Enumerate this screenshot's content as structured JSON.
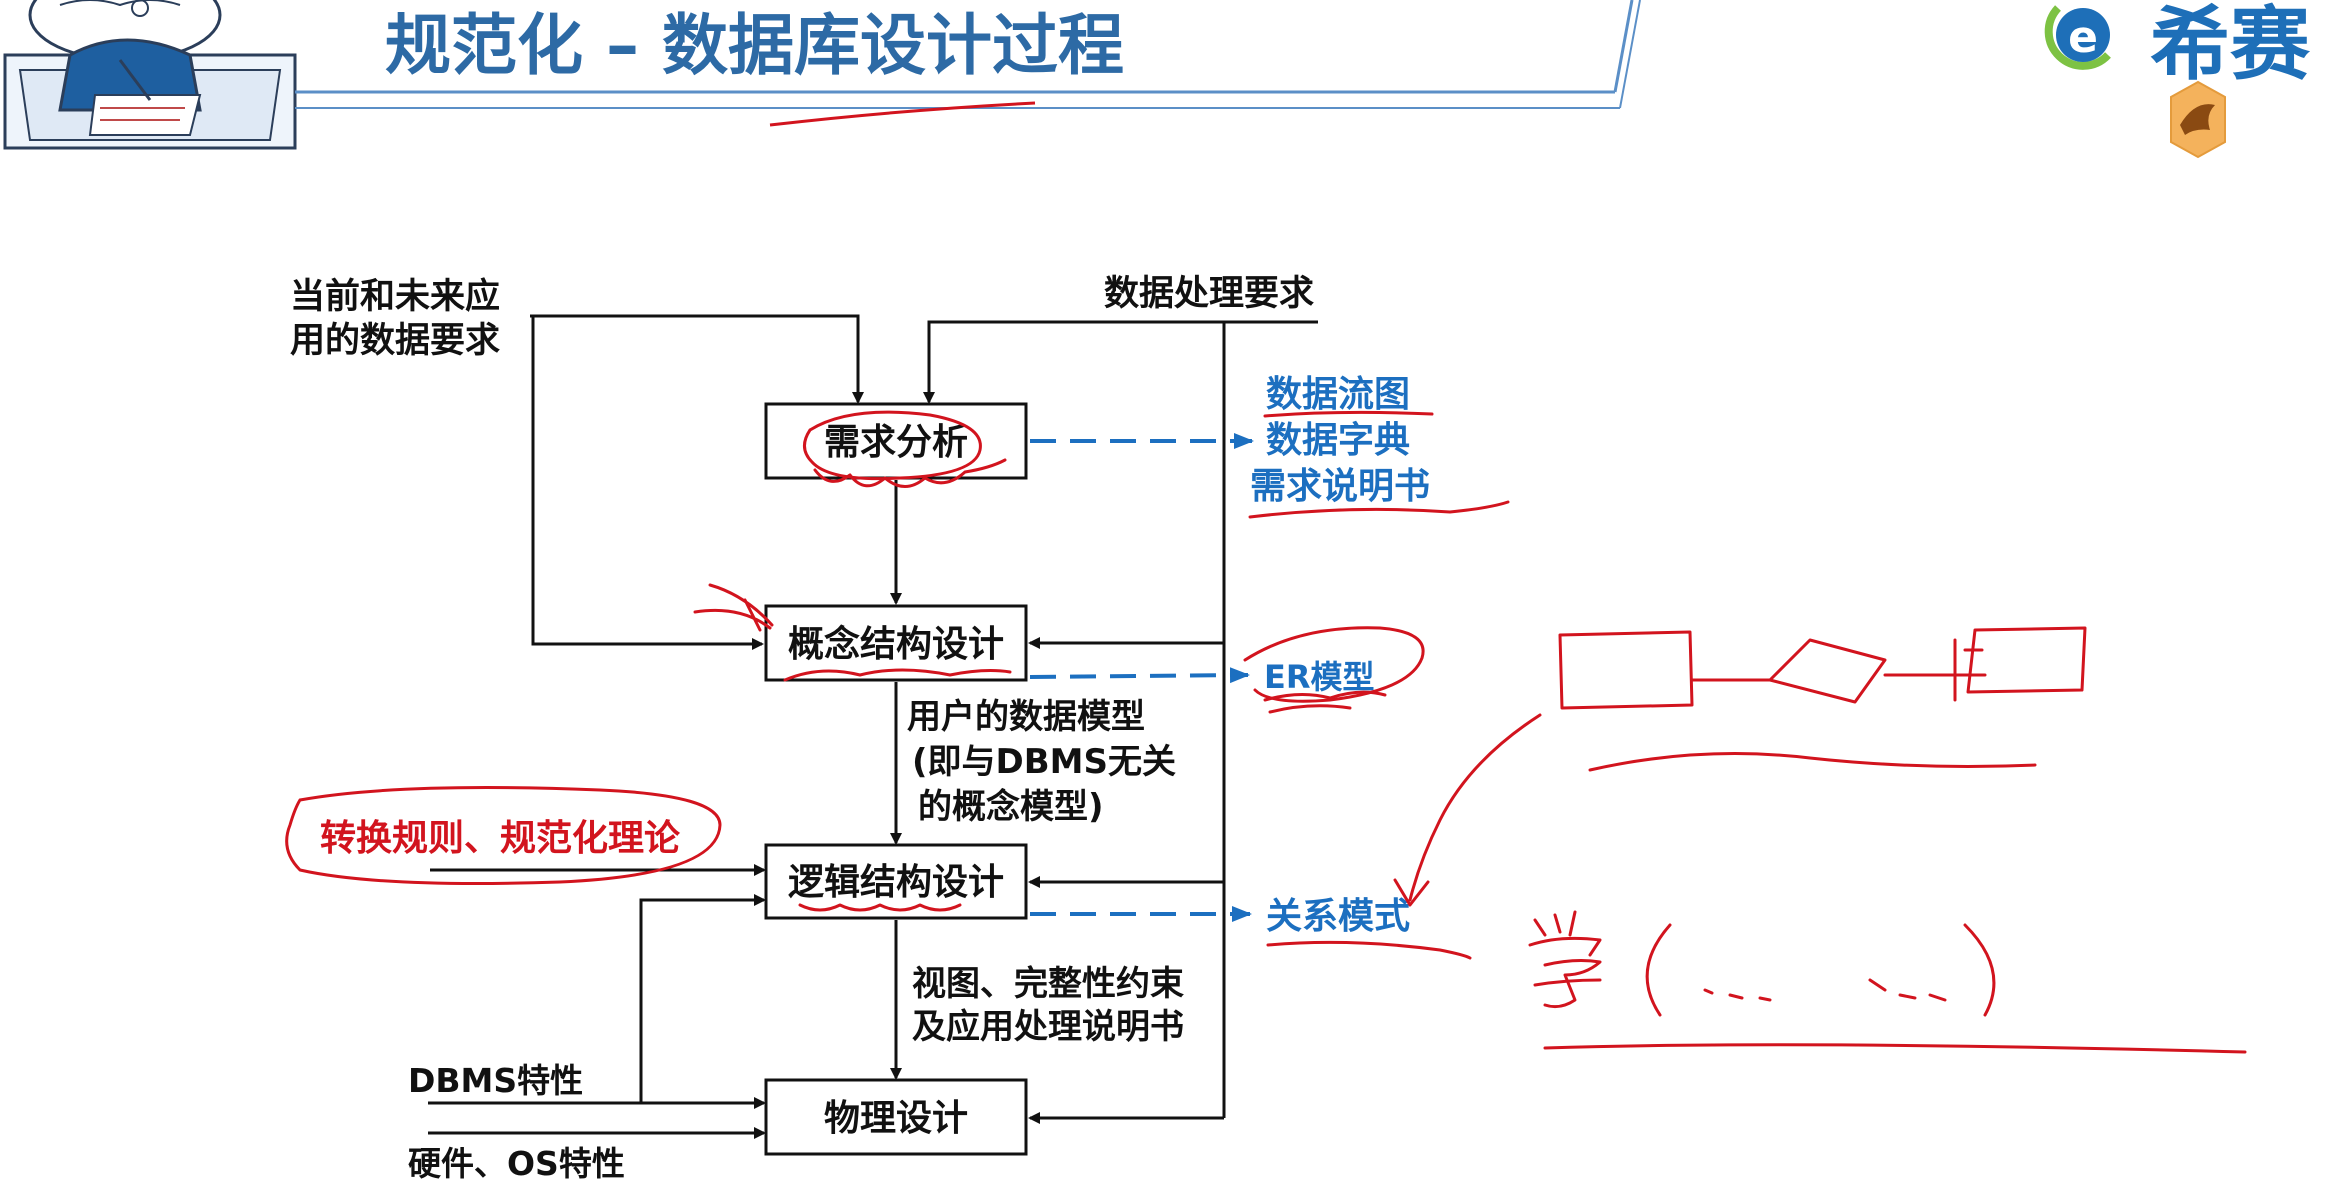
{
  "header": {
    "title": "规范化 – 数据库设计过程",
    "brand_text": "希赛",
    "brand_mark": "e",
    "colors": {
      "title": "#2d6aa5",
      "brand_blue": "#1e6fb8",
      "brand_green": "#7dc243",
      "rule": "#5b8fc7"
    }
  },
  "diagram": {
    "inputs": {
      "current_future": [
        "当前和未来应",
        "用的数据要求"
      ],
      "processing": "数据处理要求",
      "dbms": "DBMS特性",
      "hardware": "硬件、OS特性"
    },
    "boxes": {
      "requirements": "需求分析",
      "conceptual": "概念结构设计",
      "logical": "逻辑结构设计",
      "physical": "物理设计"
    },
    "between": {
      "user_model": [
        "用户的数据模型",
        "(即与DBMS无关",
        " 的概念模型)"
      ],
      "views": [
        "视图、完整性约束",
        "及应用处理说明书"
      ],
      "rules": "转换规则、规范化理论"
    },
    "outputs": {
      "dataflow": "数据流图",
      "dictionary": "数据字典",
      "spec": "需求说明书",
      "er": "ER模型",
      "relational": "关系模式"
    },
    "colors": {
      "black": "#111111",
      "output_blue": "#1c6fc0",
      "annotation_red": "#d2141e"
    }
  },
  "annotations": {
    "handwritten_mark": "学"
  }
}
